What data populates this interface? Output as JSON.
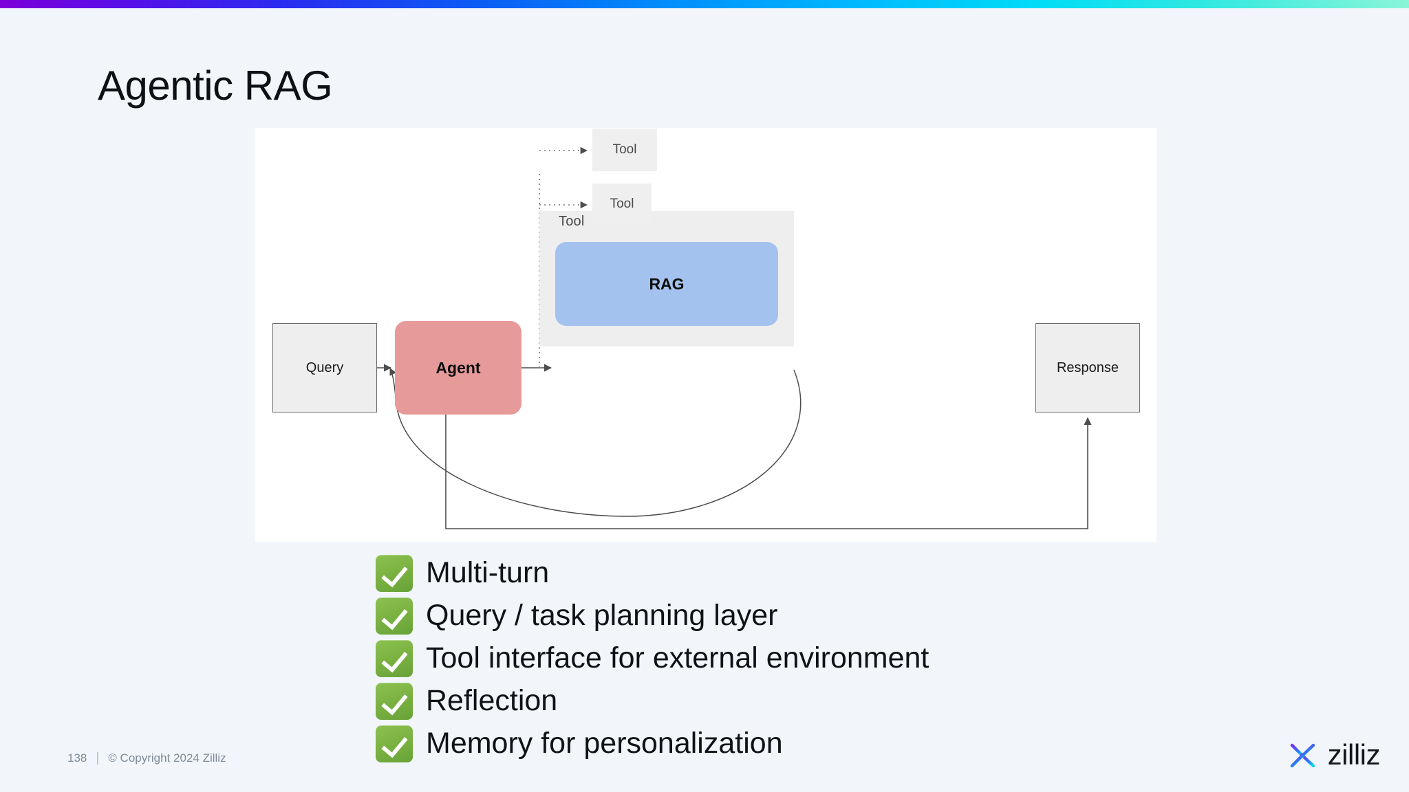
{
  "theme": {
    "page_bg": "#f2f6fa",
    "canvas_bg": "#ffffff",
    "gradient_start": "#7c00d8",
    "gradient_mid": "#0090fb",
    "gradient_end": "#8bf5d8",
    "agent_color": "#e69a9a",
    "rag_color": "#a3c2ee",
    "tool_color": "#efefef",
    "box_color": "#eeeeee",
    "check_color": "#7cb342",
    "edge_color": "#4d4d4d"
  },
  "header": {
    "title": "Agentic RAG"
  },
  "diagram": {
    "nodes": {
      "query": "Query",
      "agent": "Agent",
      "tool_group": "Tool",
      "rag": "RAG",
      "tool_1": "Tool",
      "tool_2": "Tool",
      "response": "Response"
    }
  },
  "bullets": [
    {
      "icon": "check-mark-button-emoji",
      "label": "Multi-turn"
    },
    {
      "icon": "check-mark-button-emoji",
      "label": "Query / task planning layer"
    },
    {
      "icon": "check-mark-button-emoji",
      "label": "Tool interface for external environment"
    },
    {
      "icon": "check-mark-button-emoji",
      "label": "Reflection"
    },
    {
      "icon": "check-mark-button-emoji",
      "label": "Memory for personalization"
    }
  ],
  "footer": {
    "page_number": "138",
    "separator": "|",
    "copyright": "© Copyright 2024  Zilliz"
  },
  "logo": {
    "wordmark": "zilliz",
    "icon": "zilliz-star-icon"
  }
}
